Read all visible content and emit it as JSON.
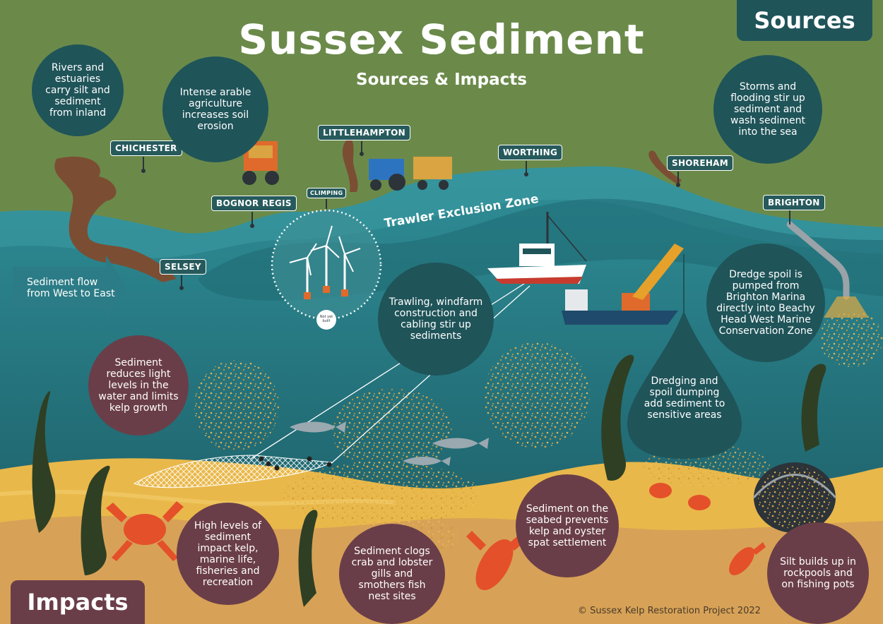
{
  "title": "Sussex Sediment",
  "subtitle": "Sources & Impacts",
  "sources_label": "Sources",
  "impacts_label": "Impacts",
  "trawler_zone": "Trawler Exclusion Zone",
  "flow_label": "Sediment flow from West to East",
  "not_built": "Not yet built",
  "copyright": "© Sussex Kelp Restoration Project 2022",
  "places": {
    "chichester": "CHICHESTER",
    "bognor": "BOGNOR REGIS",
    "selsey": "SELSEY",
    "climping": "CLIMPING",
    "littlehampton": "LITTLEHAMPTON",
    "worthing": "WORTHING",
    "shoreham": "SHOREHAM",
    "brighton": "BRIGHTON"
  },
  "sources": {
    "rivers": "Rivers and estuaries carry silt and sediment from inland",
    "arable": "Intense arable agriculture increases soil erosion",
    "storms": "Storms and flooding stir up sediment and wash sediment into the sea",
    "trawling": "Trawling, windfarm construction and cabling stir up sediments",
    "dredge_spoil": "Dredge spoil is pumped from Brighton Marina directly into Beachy Head West Marine Conservation Zone",
    "dredging": "Dredging and spoil dumping add sediment to sensitive areas"
  },
  "impacts": {
    "light": "Sediment reduces light levels in the water and limits kelp growth",
    "high_levels": "High levels of sediment impact kelp, marine life, fisheries and recreation",
    "gills": "Sediment clogs crab and lobster gills and smothers fish nest sites",
    "seabed": "Sediment on the seabed prevents kelp and oyster spat settlement",
    "silt": "Silt builds up in rockpools and on fishing pots"
  },
  "colors": {
    "land": "#6b8a4a",
    "sea_top": "#2f8e97",
    "sea_deep": "#1e5a63",
    "sand": "#e9b84a",
    "seabed": "#d7a257",
    "source_bubble": "#1f5459",
    "impact_bubble": "#6a3e48",
    "sediment": "#d9a441",
    "crab": "#e4502a",
    "kelp": "#2f3f24"
  }
}
